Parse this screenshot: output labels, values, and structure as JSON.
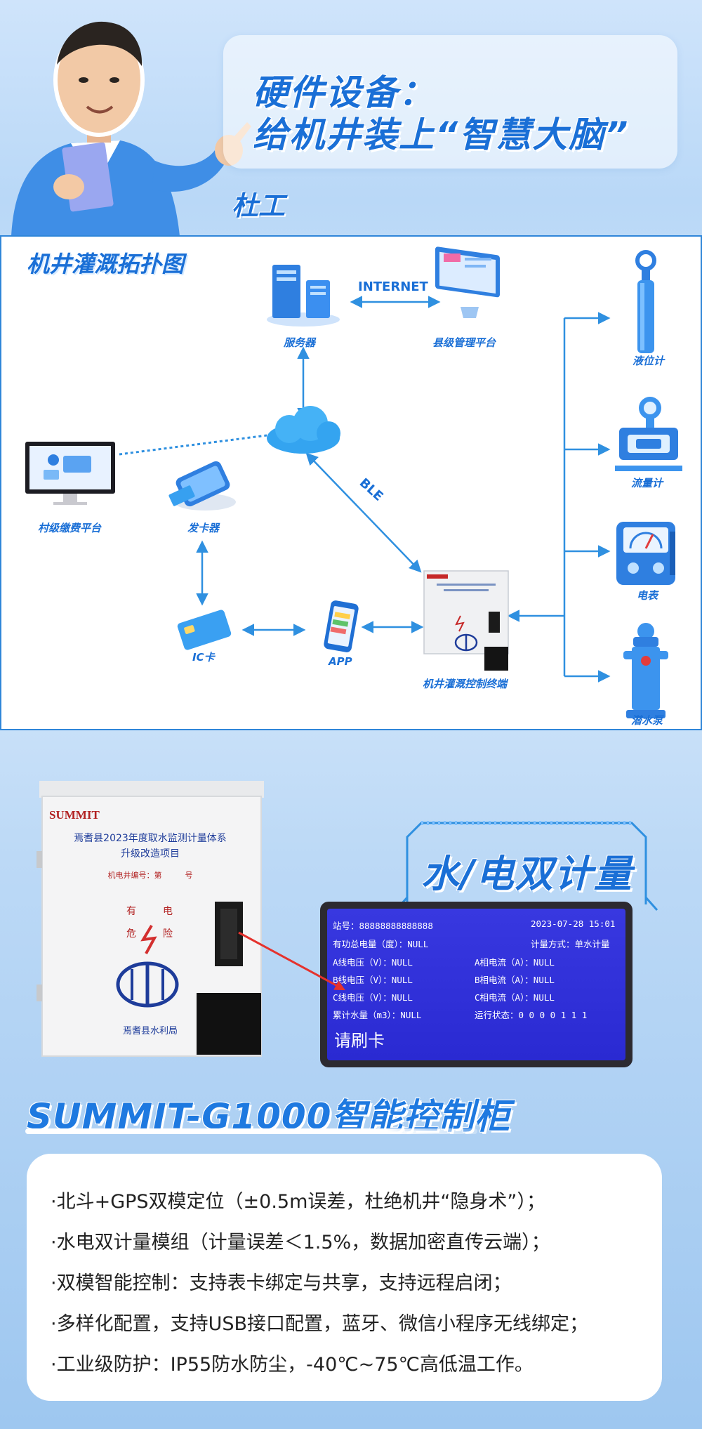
{
  "header": {
    "title_line1": "硬件设备：",
    "title_line2": "给机井装上“智慧大脑”",
    "presenter": "杜工"
  },
  "topology": {
    "title": "机井灌溉拓扑图",
    "nodes": {
      "server": "服务器",
      "county_platform": "县级管理平台",
      "village_platform": "村级缴费平台",
      "card_issuer": "发卡器",
      "ic_card": "IC卡",
      "app": "APP",
      "terminal": "机井灌溉控制终端",
      "level_meter": "液位计",
      "flow_meter": "流量计",
      "electric_meter": "电表",
      "pump": "潜水泵"
    },
    "edges": {
      "internet": "INTERNET",
      "ble": "BLE"
    }
  },
  "cabinet": {
    "brand": "SUMMIT",
    "line1": "焉耆县2023年度取水监测计量体系",
    "line2": "升级改造项目",
    "number_label": "机电井编号：第　　　号",
    "warn_left_top": "有",
    "warn_left_bottom": "危",
    "warn_right_top": "电",
    "warn_right_bottom": "险",
    "footer": "焉耆县水利局"
  },
  "dual_metering": {
    "title": "水/电双计量"
  },
  "screen": {
    "station": "站号：88888888888888",
    "datetime": "2023-07-28 15:01",
    "total_energy": "有功总电量（度）：NULL",
    "metering_mode": "计量方式：单水计量",
    "va": "A线电压（V）：NULL",
    "ia": "A相电流（A）：NULL",
    "vb": "B线电压（V）：NULL",
    "ib": "B相电流（A）：NULL",
    "vc": "C线电压（V）：NULL",
    "ic": "C相电流（A）：NULL",
    "water": "累计水量（m3）：NULL",
    "status": "运行状态：0 0 0 0 1 1 1",
    "prompt": "请刷卡"
  },
  "product": {
    "model": "SUMMIT-G1000智能控制柜",
    "features": [
      "·北斗+GPS双模定位（±0.5m误差，杜绝机井“隐身术”）；",
      "·水电双计量模组（计量误差＜1.5%，数据加密直传云端）；",
      "·双模智能控制：支持表卡绑定与共享，支持远程启闭；",
      "·多样化配置，支持USB接口配置，蓝牙、微信小程序无线绑定；",
      "·工业级防护：IP55防水防尘，-40℃~75℃高低温工作。"
    ]
  },
  "colors": {
    "accent": "#1a6fd6",
    "line": "#2f90e0",
    "screen_blue": "#3030dc"
  }
}
